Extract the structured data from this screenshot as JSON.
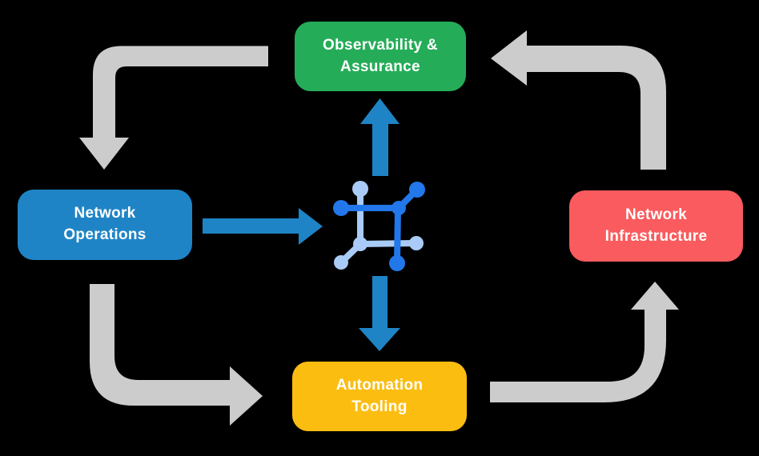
{
  "diagram": {
    "nodes": [
      {
        "id": "observability-assurance",
        "label": "Observability &\nAssurance",
        "color": "#25AC58"
      },
      {
        "id": "network-operations",
        "label": "Network\nOperations",
        "color": "#1F84C6"
      },
      {
        "id": "network-infrastructure",
        "label": "Network\nInfrastructure",
        "color": "#F95B5E"
      },
      {
        "id": "automation-tooling",
        "label": "Automation\nTooling",
        "color": "#FCBD11"
      }
    ],
    "center_icon": "network-automation-icon",
    "edges": [
      {
        "from": "observability-assurance",
        "to": "network-operations",
        "style": "gray-elbow",
        "direction": "down"
      },
      {
        "from": "network-infrastructure",
        "to": "observability-assurance",
        "style": "gray-elbow",
        "direction": "left"
      },
      {
        "from": "network-operations",
        "to": "automation-tooling",
        "style": "gray-elbow",
        "direction": "right"
      },
      {
        "from": "automation-tooling",
        "to": "network-infrastructure",
        "style": "gray-elbow",
        "direction": "up"
      },
      {
        "from": "network-operations",
        "to": "center-icon",
        "style": "blue-straight",
        "direction": "right"
      },
      {
        "from": "center-icon",
        "to": "observability-assurance",
        "style": "blue-straight",
        "direction": "up"
      },
      {
        "from": "center-icon",
        "to": "automation-tooling",
        "style": "blue-straight",
        "direction": "down"
      }
    ]
  },
  "colors": {
    "background": "#000000",
    "box-green": "#25AC58",
    "box-blue": "#1F84C6",
    "box-red": "#F95B5E",
    "box-yellow": "#FCBD11",
    "arrow-blue": "#1F84C6",
    "arrow-gray": "#CCCCCC",
    "icon-dark-blue": "#2277EB",
    "icon-light-blue": "#A9CBF7",
    "text-white": "#FFFFFF"
  }
}
